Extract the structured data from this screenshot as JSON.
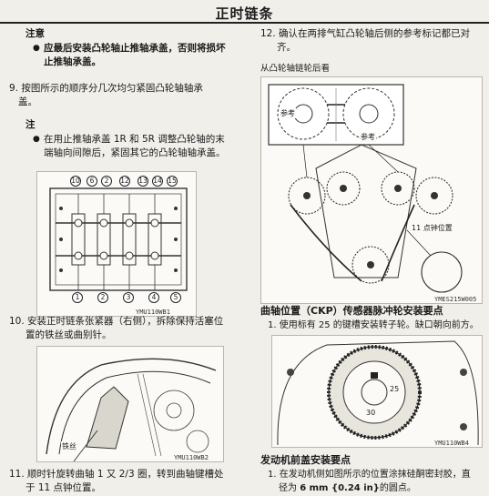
{
  "header": {
    "title": "正时链条"
  },
  "left": {
    "note1_title": "注意",
    "note1_text_line1": "应最后安装凸轮轴止推轴承盖，否则将损坏",
    "note1_text_line2": "止推轴承盖。",
    "step9_line1": "9. 按图所示的顺序分几次均匀紧固凸轮轴轴承",
    "step9_line2": "盖。",
    "note2_title": "注",
    "note2_line1": "在用止推轴承盖 1R 和 5R 调整凸轮轴的末",
    "note2_line2": "端轴向间隙后，紧固其它的凸轮轴轴承盖。",
    "fig1_code": "YMU110WB1",
    "fig1_numbers_top": [
      "10",
      "6",
      "2",
      "12",
      "13",
      "14",
      "15"
    ],
    "fig1_numbers_bottom": [
      "1",
      "2",
      "3",
      "4",
      "5"
    ],
    "step10_line1": "10. 安装正时链条张紧器（右侧），拆除保持活塞位",
    "step10_line2": "置的铁丝或曲别针。",
    "fig2_label": "铁丝",
    "fig2_code": "YMU110WB2",
    "step11_line1": "11. 顺时针旋转曲轴 1 又 2/3 圈，转到曲轴键槽处",
    "step11_line2": "于 11 点钟位置。"
  },
  "right": {
    "step12_line1": "12. 确认在两排气缸凸轮轴后侧的参考标记都已对",
    "step12_line2": "齐。",
    "fig3_caption": "从凸轮轴链轮后看",
    "fig3_ref_left": "参考",
    "fig3_ref_right": "参考",
    "fig3_clock": "11 点钟位置",
    "fig3_code": "YMES215W005",
    "ckp_title": "曲轴位置（CKP）传感器脉冲轮安装要点",
    "ckp_line1": "1. 使用标有 25 的键槽安装转子轮。缺口朝向前方。",
    "fig4_n25": "25",
    "fig4_n30": "30",
    "fig4_code": "YMU110WB4",
    "cover_title": "发动机前盖安装要点",
    "cover_line1": "1. 在发动机侧如图所示的位置涂抹硅酮密封胶，直",
    "cover_line2_a": "径为 ",
    "cover_line2_b": "6 mm {0.24 in}",
    "cover_line2_c": "的圆点。"
  }
}
